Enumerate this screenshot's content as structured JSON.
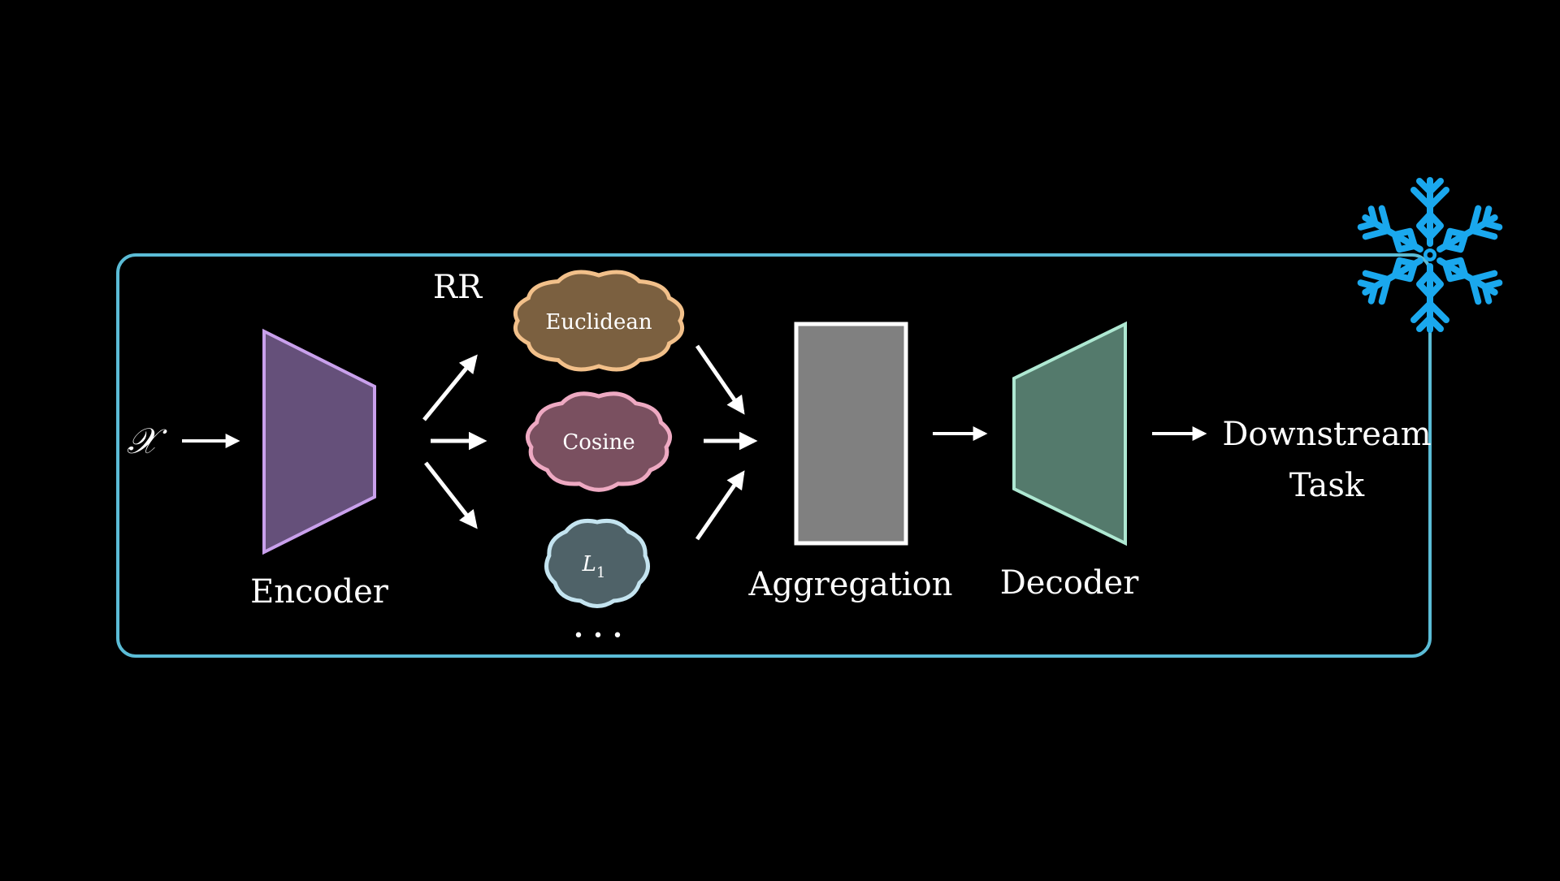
{
  "diagram": {
    "input_symbol": "𝒳",
    "rr_label": "RR",
    "encoder_label": "Encoder",
    "clouds": [
      {
        "label": "Euclidean",
        "color": "#7b6040",
        "border": "#f2c08a"
      },
      {
        "label": "Cosine",
        "color": "#7a5060",
        "border": "#eea9c2"
      },
      {
        "label": "L",
        "subscript": "1",
        "color": "#4f6268",
        "border": "#c4e4f0"
      }
    ],
    "ellipsis": "• • •",
    "aggregation_label": "Aggregation",
    "decoder_label": "Decoder",
    "task_label_line1": "Downstream",
    "task_label_line2": "Task",
    "icon": "snowflake-icon",
    "colors": {
      "frame": "#5bbcd6",
      "encoder_fill": "#65507a",
      "encoder_border": "#c9a0ec",
      "aggregation_fill": "#808080",
      "aggregation_border": "#ffffff",
      "decoder_fill": "#547a6c",
      "decoder_border": "#aee8d2",
      "snowflake": "#1aa8ee",
      "arrow": "#ffffff"
    }
  }
}
